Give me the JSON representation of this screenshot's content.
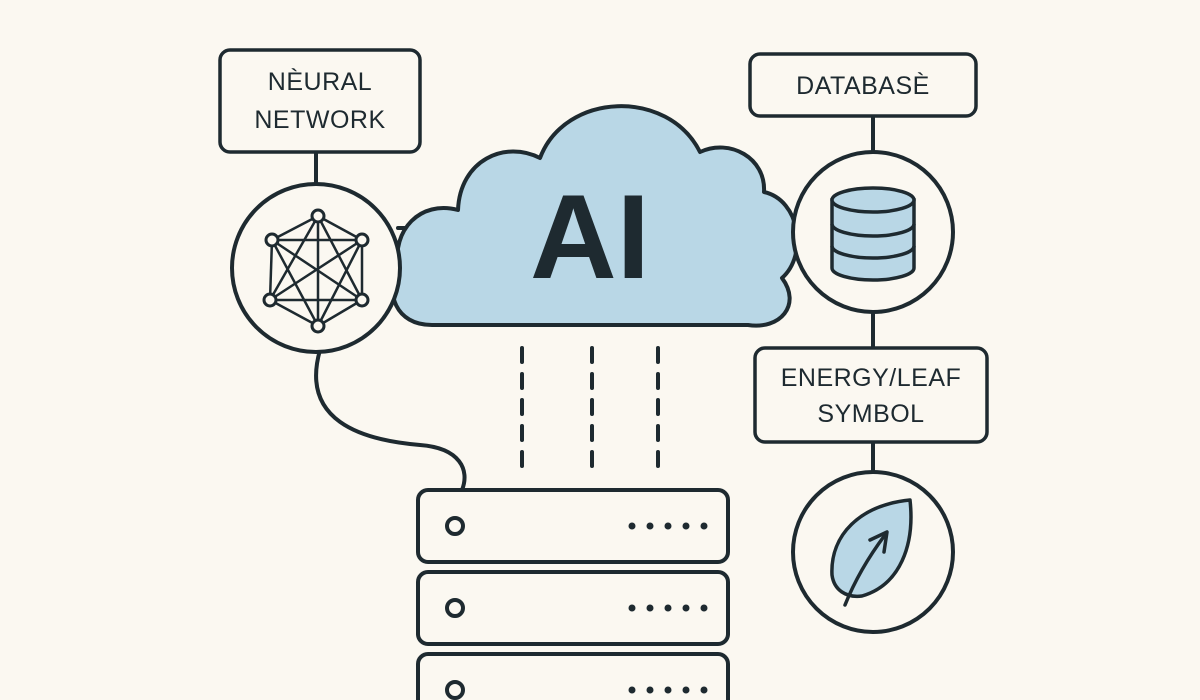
{
  "cloud": {
    "title": "AI",
    "fill_color": "#b9d7e6"
  },
  "labels": {
    "neural_network_line1": "NÈURAL",
    "neural_network_line2": "NETWORK",
    "database": "DATABASÈ",
    "energy_line1": "ENERGY/LEAF",
    "energy_line2": "SYMBOL"
  },
  "icons": {
    "neural_network": "neural-network-icon",
    "database": "database-cylinder-icon",
    "energy": "leaf-energy-icon",
    "server": "server-rack-icon"
  },
  "colors": {
    "background": "#fbf8f1",
    "stroke": "#1e2a30",
    "accent_fill": "#b9d7e6"
  }
}
